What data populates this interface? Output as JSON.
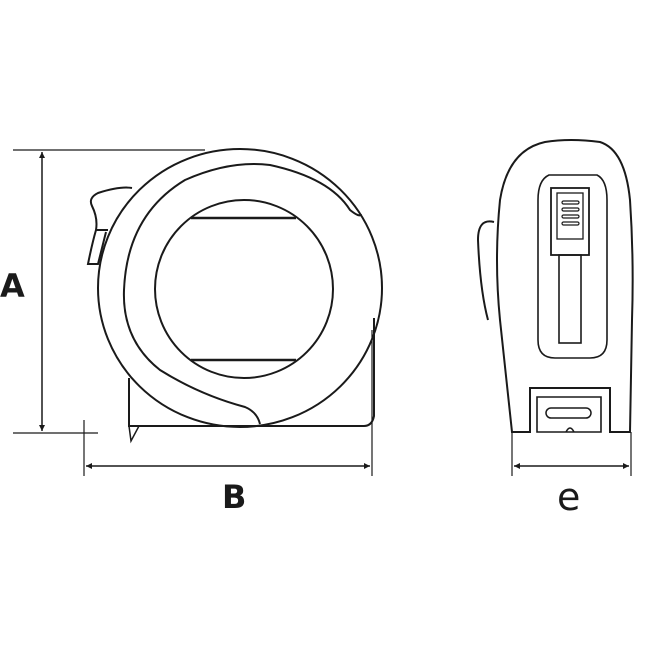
{
  "diagram": {
    "subject": "tape measure dimensions",
    "views": [
      "side-view",
      "front-view"
    ],
    "labels": {
      "height": "A",
      "length": "B",
      "width": "e"
    },
    "colors": {
      "stroke": "#1a1a1a",
      "background": "#ffffff"
    }
  }
}
